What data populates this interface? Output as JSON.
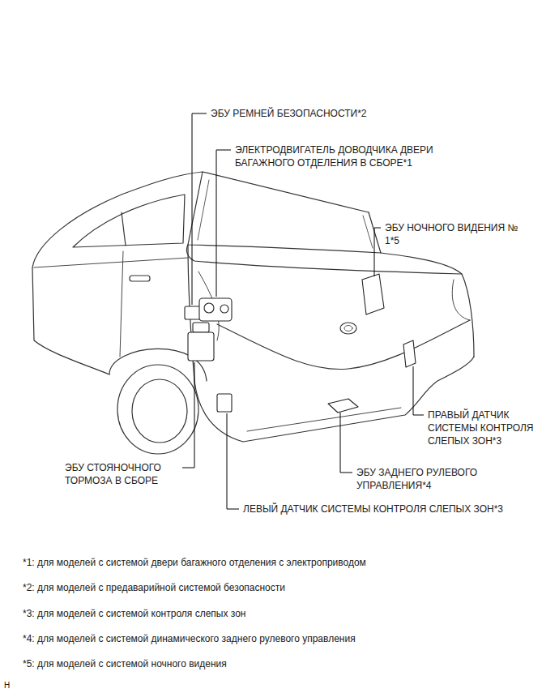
{
  "diagram": {
    "labels": [
      "ЭБУ РЕМНЕЙ БЕЗОПАСНОСТИ*2",
      "ЭЛЕКТРОДВИГАТЕЛЬ ДОВОДЧИКА ДВЕРИ БАГАЖНОГО ОТДЕЛЕНИЯ В СБОРЕ*1",
      "ЭБУ НОЧНОГО ВИДЕНИЯ № 1*5",
      "ПРАВЫЙ ДАТЧИК СИСТЕМЫ КОНТРОЛЯ СЛЕПЫХ ЗОН*3",
      "ЭБУ СТОЯНОЧНОГО ТОРМОЗА В СБОРЕ",
      "ЭБУ ЗАДНЕГО РУЛЕВОГО УПРАВЛЕНИЯ*4",
      "ЛЕВЫЙ ДАТЧИК СИСТЕМЫ КОНТРОЛЯ СЛЕПЫХ ЗОН*3",
      "*1: для моделей с системой двери багажного отделения с электроприводом",
      "*2: для моделей с предаварийной системой безопасности",
      "*3: для моделей с системой контроля слепых зон",
      "*4: для моделей с системой динамического заднего рулевого управления",
      "*5: для моделей с системой ночного видения",
      "H"
    ]
  }
}
